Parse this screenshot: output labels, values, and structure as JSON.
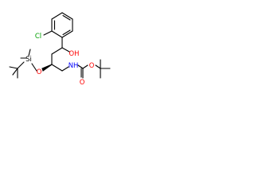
{
  "atoms": {
    "chlorine": {
      "label": "Cl"
    },
    "hydroxyl": {
      "label": "OH"
    },
    "silyl_ether_oxygen": {
      "label": "O"
    },
    "silicon": {
      "label": "Si"
    },
    "amine_nitrogen": {
      "label": "NH"
    },
    "carbamate_oxygen": {
      "label": "O"
    },
    "carbonyl_oxygen": {
      "label": "O"
    }
  },
  "colors": {
    "bond": "#000000",
    "carbon_text": "#000000",
    "oxygen": "#ff0000",
    "nitrogen": "#0000ff",
    "chlorine": "#00a000",
    "silicon": "#000000"
  }
}
